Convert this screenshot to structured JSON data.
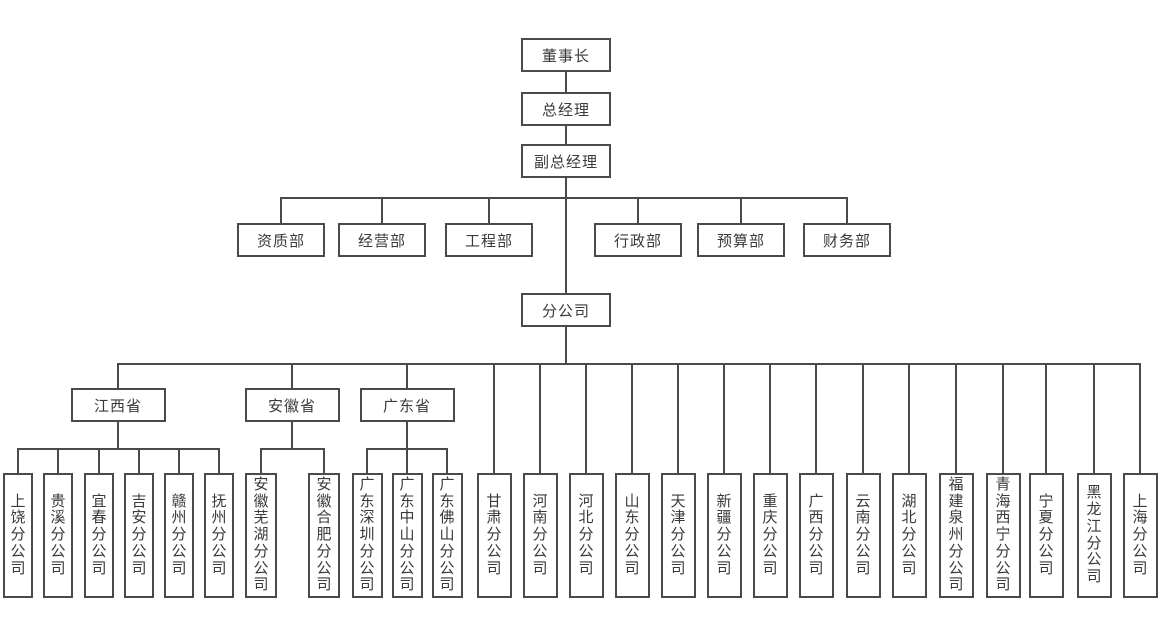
{
  "org": {
    "chairman": "董事长",
    "general_manager": "总经理",
    "deputy_general_manager": "副总经理",
    "departments": [
      "资质部",
      "经营部",
      "工程部",
      "行政部",
      "预算部",
      "财务部"
    ],
    "branch_hub": "分公司",
    "provinces": [
      {
        "name": "江西省",
        "children": [
          "上饶分公司",
          "贵溪分公司",
          "宜春分公司",
          "吉安分公司",
          "赣州分公司",
          "抚州分公司"
        ]
      },
      {
        "name": "安徽省",
        "children": [
          "安徽芜湖分公司",
          "安徽合肥分公司"
        ]
      },
      {
        "name": "广东省",
        "children": [
          "广东深圳分公司",
          "广东中山分公司",
          "广东佛山分公司"
        ]
      }
    ],
    "direct_branches": [
      "甘肃分公司",
      "河南分公司",
      "河北分公司",
      "山东分公司",
      "天津分公司",
      "新疆分公司",
      "重庆分公司",
      "广西分公司",
      "云南分公司",
      "湖北分公司",
      "福建泉州分公司",
      "青海西宁分公司",
      "宁夏分公司",
      "黑龙江分公司",
      "上海分公司"
    ],
    "colors": {
      "line": "#4a4a4a",
      "text": "#3a3a3a",
      "background": "#ffffff"
    }
  }
}
